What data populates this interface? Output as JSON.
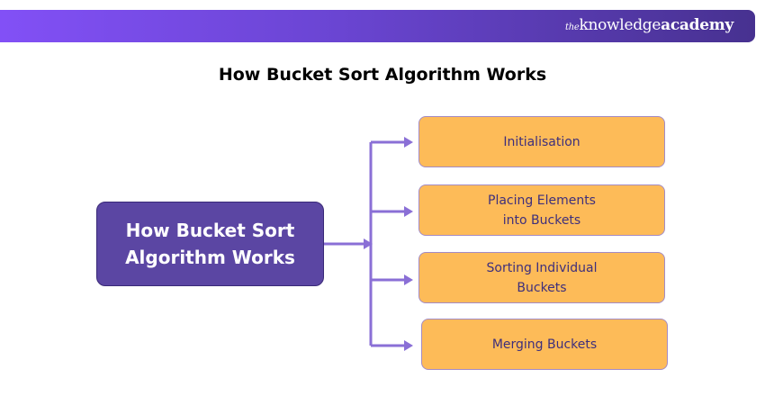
{
  "header": {
    "brand_prefix": "the",
    "brand_middle": "knowledge",
    "brand_suffix": "academy"
  },
  "title": "How Bucket Sort Algorithm Works",
  "diagram": {
    "root": "How Bucket Sort Algorithm Works",
    "steps": [
      {
        "label": "Initialisation"
      },
      {
        "label": "Placing Elements\ninto Buckets"
      },
      {
        "label": "Sorting Individual\nBuckets"
      },
      {
        "label": "Merging Buckets"
      }
    ],
    "colors": {
      "root_fill": "#5b46a3",
      "step_fill": "#fdbb58",
      "connector": "#8a6fd6",
      "step_text": "#3e2f7c"
    }
  }
}
